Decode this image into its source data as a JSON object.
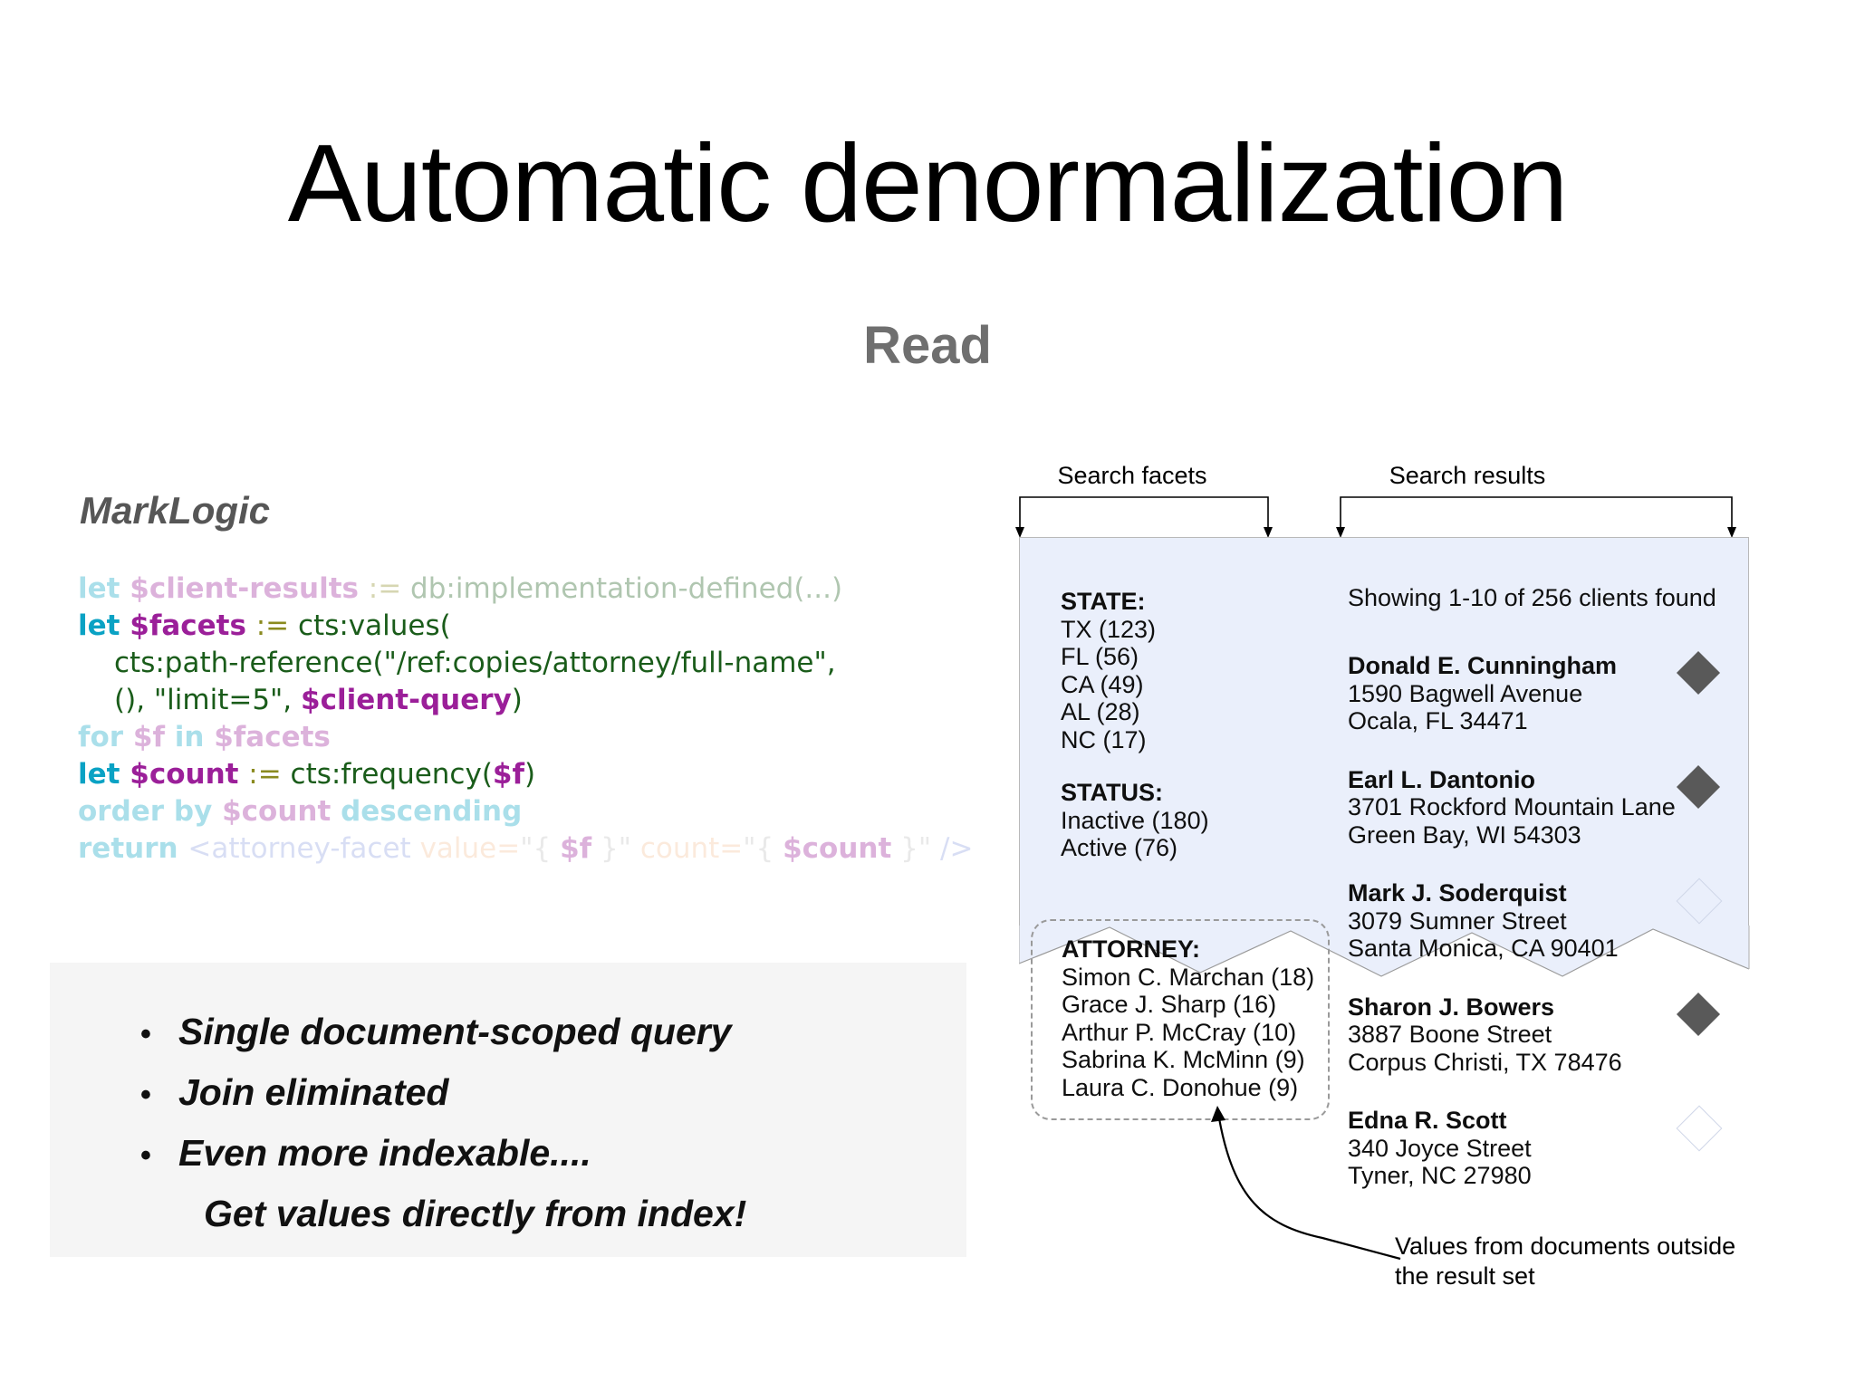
{
  "slide": {
    "title": "Automatic denormalization",
    "subtitle": "Read"
  },
  "code_panel": {
    "label": "MarkLogic",
    "lines": [
      {
        "id": "line-1",
        "faded": true,
        "text": "let $client-results := db:implementation-defined(...)",
        "tokens": [
          {
            "t": "let ",
            "c": "kw"
          },
          {
            "t": "$client-results ",
            "c": "var"
          },
          {
            "t": ":= ",
            "c": "assign"
          },
          {
            "t": "db:implementation-defined(...)",
            "c": "fn"
          }
        ]
      },
      {
        "id": "line-2",
        "faded": false,
        "text": "let $facets := cts:values(",
        "tokens": [
          {
            "t": "let ",
            "c": "kw"
          },
          {
            "t": "$facets ",
            "c": "var"
          },
          {
            "t": ":= ",
            "c": "assign"
          },
          {
            "t": "cts:values(",
            "c": "fn"
          }
        ]
      },
      {
        "id": "line-3",
        "faded": false,
        "indent": true,
        "text": "cts:path-reference(\"/ref:copies/attorney/full-name\",",
        "tokens": [
          {
            "t": "cts:path-reference(\"/ref:copies/attorney/full-name\",",
            "c": "fn"
          }
        ]
      },
      {
        "id": "line-4",
        "faded": false,
        "indent": true,
        "text": "(), \"limit=5\", $client-query)",
        "tokens": [
          {
            "t": "(), \"limit=5\", ",
            "c": "str"
          },
          {
            "t": "$client-query",
            "c": "var"
          },
          {
            "t": ")",
            "c": "str"
          }
        ]
      },
      {
        "id": "line-5",
        "faded": true,
        "text": "for $f in $facets",
        "tokens": [
          {
            "t": "for ",
            "c": "kw"
          },
          {
            "t": "$f ",
            "c": "var"
          },
          {
            "t": "in ",
            "c": "kw"
          },
          {
            "t": "$facets",
            "c": "var"
          }
        ]
      },
      {
        "id": "line-6",
        "faded": false,
        "text": "let $count := cts:frequency($f)",
        "tokens": [
          {
            "t": "let ",
            "c": "kw"
          },
          {
            "t": "$count ",
            "c": "var"
          },
          {
            "t": ":= ",
            "c": "assign"
          },
          {
            "t": "cts:frequency(",
            "c": "fn"
          },
          {
            "t": "$f",
            "c": "var"
          },
          {
            "t": ")",
            "c": "fn"
          }
        ]
      },
      {
        "id": "line-7",
        "faded": true,
        "text": "order by $count descending",
        "tokens": [
          {
            "t": "order by ",
            "c": "kw"
          },
          {
            "t": "$count ",
            "c": "var"
          },
          {
            "t": "descending",
            "c": "kw"
          }
        ]
      },
      {
        "id": "line-8",
        "faded": true,
        "text": "return <attorney-facet value=\"{ $f }\" count=\"{ $count }\" />",
        "tokens": [
          {
            "t": "return ",
            "c": "kw"
          },
          {
            "t": "<attorney-facet ",
            "c": "tag"
          },
          {
            "t": "value=",
            "c": "attr"
          },
          {
            "t": "\"{ ",
            "c": "quote"
          },
          {
            "t": "$f",
            "c": "var"
          },
          {
            "t": " }\" ",
            "c": "quote"
          },
          {
            "t": "count=",
            "c": "attr"
          },
          {
            "t": "\"{ ",
            "c": "quote"
          },
          {
            "t": "$count",
            "c": "var"
          },
          {
            "t": " }\" ",
            "c": "quote"
          },
          {
            "t": "/>",
            "c": "tag"
          }
        ]
      }
    ]
  },
  "bullets": {
    "items": [
      "Single document-scoped query",
      "Join eliminated",
      "Even more indexable...."
    ],
    "bullet_glyph": "•",
    "sub_note": "Get values directly from index!"
  },
  "diagram": {
    "bracket_labels": {
      "facets": "Search facets",
      "results": "Search results"
    },
    "showing": "Showing 1-10 of 256 clients found",
    "facet_groups": [
      {
        "heading": "STATE:",
        "items": [
          "TX (123)",
          "FL (56)",
          "CA (49)",
          "AL (28)",
          "NC (17)"
        ]
      },
      {
        "heading": "STATUS:",
        "items": [
          "Inactive (180)",
          "Active (76)"
        ]
      }
    ],
    "attorney_facet": {
      "heading": "ATTORNEY:",
      "items": [
        "Simon C. Marchan (18)",
        "Grace J. Sharp (16)",
        "Arthur P. McCray (10)",
        "Sabrina K. McMinn (9)",
        "Laura C. Donohue (9)"
      ]
    },
    "results": [
      {
        "name": "Donald E. Cunningham",
        "street": "1590 Bagwell Avenue",
        "city": "Ocala, FL 34471",
        "marker": "filled"
      },
      {
        "name": "Earl L. Dantonio",
        "street": "3701 Rockford Mountain Lane",
        "city": "Green Bay, WI 54303",
        "marker": "filled"
      },
      {
        "name": "Mark J. Soderquist",
        "street": "3079 Sumner Street",
        "city": "Santa Monica, CA 90401",
        "marker": "outline"
      },
      {
        "name": "Sharon J. Bowers",
        "street": "3887 Boone Street",
        "city": "Corpus Christi, TX 78476",
        "marker": "filled"
      },
      {
        "name": "Edna R. Scott",
        "street": "340 Joyce Street",
        "city": "Tyner, NC 27980",
        "marker": "outline"
      }
    ],
    "callout": {
      "line1": "Values from documents outside",
      "line2": "the result set"
    }
  },
  "colors": {
    "panel_background": "#eaeffb",
    "bullet_panel_background": "#f5f5f5",
    "marker_filled": "#595959",
    "marker_outline": "#cfd6e8",
    "subtitle": "#6f6f6f",
    "marklogic_label": "#565656",
    "keyword": "#0aa2c4",
    "variable": "#9b1f99",
    "function": "#1a5c1a",
    "assign": "#8a8a1f",
    "tag": "#8f9fe0",
    "attribute": "#f6c39b"
  }
}
